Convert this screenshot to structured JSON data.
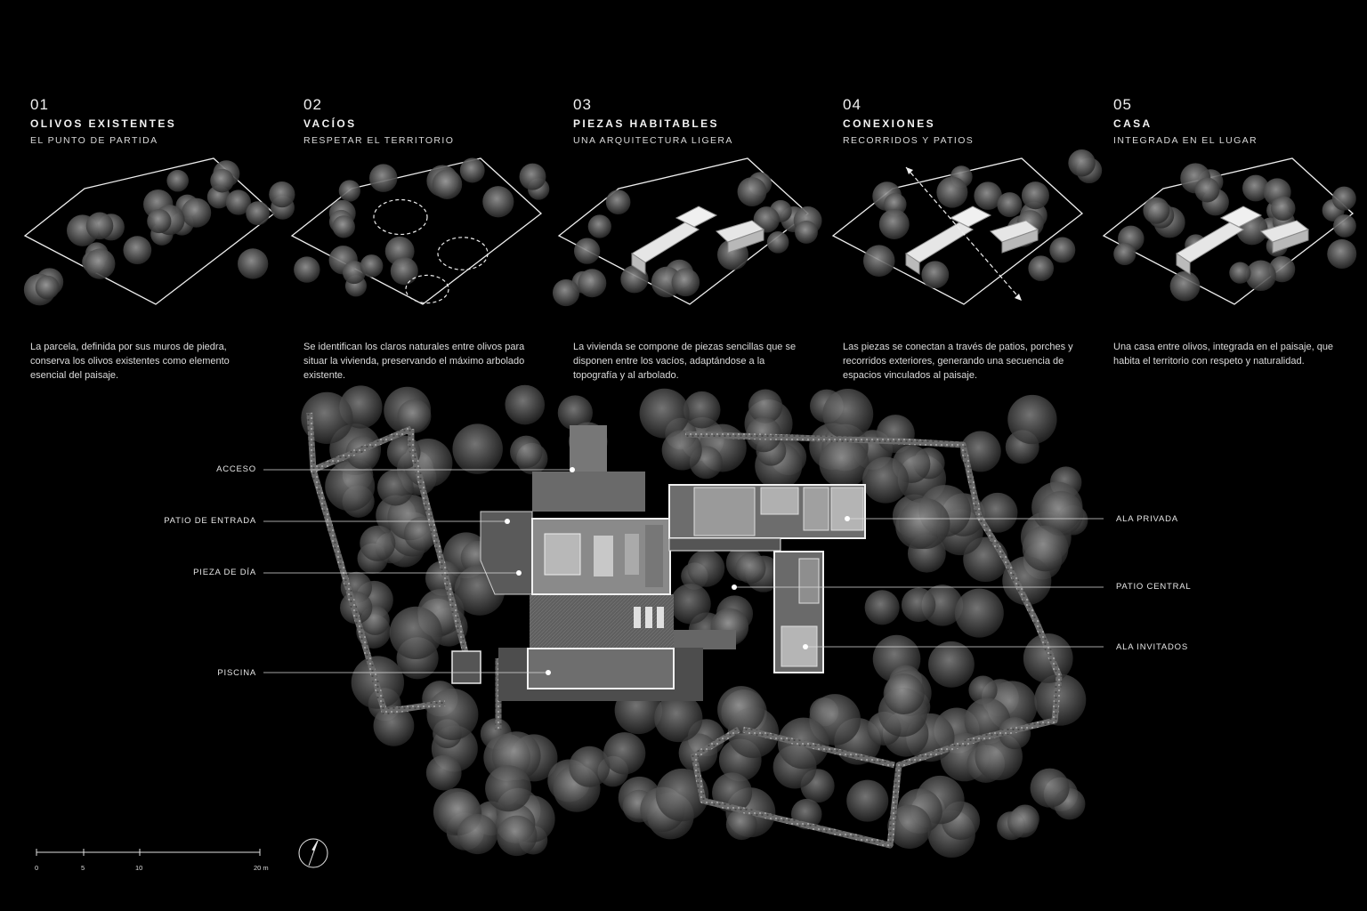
{
  "steps": [
    {
      "num": "01",
      "title": "OLIVOS EXISTENTES",
      "subtitle": "EL PUNTO DE PARTIDA",
      "desc": "La parcela, definida por sus muros de piedra, conserva los olivos existentes como elemento esencial del paisaje."
    },
    {
      "num": "02",
      "title": "VACÍOS",
      "subtitle": "RESPETAR EL TERRITORIO",
      "desc": "Se identifican los claros naturales entre olivos para situar la vivienda, preservando el máximo arbolado existente."
    },
    {
      "num": "03",
      "title": "PIEZAS HABITABLES",
      "subtitle": "UNA ARQUITECTURA LIGERA",
      "desc": "La vivienda se compone de piezas sencillas que se disponen entre los vacíos, adaptándose a la topografía y al arbolado."
    },
    {
      "num": "04",
      "title": "CONEXIONES",
      "subtitle": "RECORRIDOS Y PATIOS",
      "desc": "Las piezas se conectan a través de patios, porches y recorridos exteriores, generando una secuencia de espacios vinculados al paisaje."
    },
    {
      "num": "05",
      "title": "CASA",
      "subtitle": "INTEGRADA EN EL LUGAR",
      "desc": "Una casa entre olivos, integrada en el paisaje, que habita el territorio con respeto y naturalidad."
    }
  ],
  "plan_labels": {
    "acceso": "ACCESO",
    "patio_entrada": "PATIO DE ENTRADA",
    "pieza_dia": "PIEZA DE DÍA",
    "piscina": "PISCINA",
    "ala_privada": "ALA PRIVADA",
    "patio_central": "PATIO CENTRAL",
    "ala_invitados": "ALA INVITADOS"
  },
  "scale": {
    "ticks": [
      "0",
      "5",
      "10",
      "20 m"
    ]
  },
  "colors": {
    "background": "#000000",
    "foliage": "#5a5a5a",
    "lines": "#f0f0f0"
  }
}
